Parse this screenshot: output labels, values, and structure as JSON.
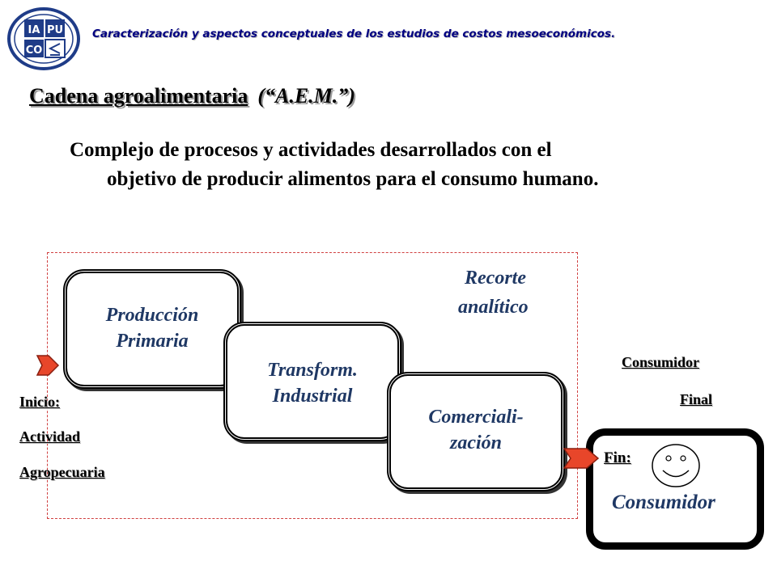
{
  "header": {
    "logo_text": [
      "IA",
      "PU",
      "CO"
    ],
    "text": "Caracterización y aspectos conceptuales de los estudios de costos mesoeconómicos."
  },
  "title": {
    "main": "Cadena agroalimentaria",
    "sub": "(“A.E.M.”)"
  },
  "description": {
    "line1": "Complejo de procesos y actividades desarrollados con el",
    "line2": "objetivo de producir alimentos para el consumo humano."
  },
  "diagram": {
    "stages": [
      {
        "line1": "Producción",
        "line2": "Primaria"
      },
      {
        "line1": "Transform.",
        "line2": "Industrial"
      },
      {
        "line1": "Comerciali-",
        "line2": "zación"
      }
    ],
    "recorte": {
      "line1": "Recorte",
      "line2": "analítico"
    },
    "start": {
      "inicio": "Inicio:",
      "actividad": "Actividad",
      "agropecuaria": "Agropecuaria"
    },
    "end": {
      "fin": "Fin:",
      "consumidor": "Consumidor"
    },
    "consumidor_final": {
      "line1": "Consumidor",
      "line2": "Final"
    },
    "icons": [
      "arrow-start-icon",
      "arrow-end-icon",
      "smiley-face-icon",
      "logo-icon"
    ]
  },
  "colors": {
    "header_text": "#000080",
    "stage_text": "#1f3864",
    "arrow_fill": "#e8462a",
    "dashed_frame": "#d04040",
    "logo_blue": "#1f3c88"
  }
}
